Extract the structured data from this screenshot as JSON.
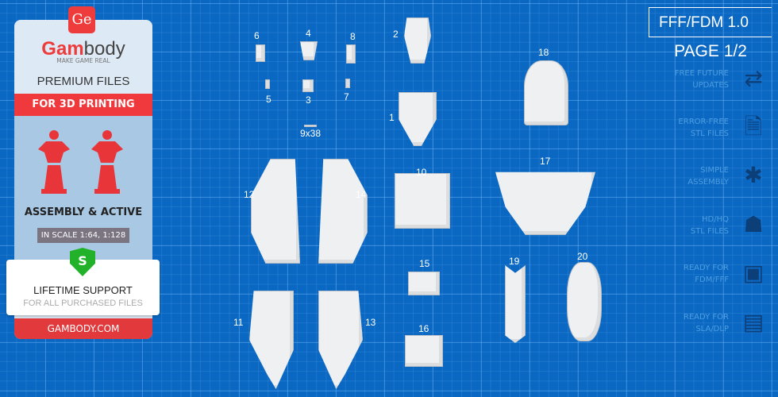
{
  "promo": {
    "logo_badge": "Ge",
    "brand_red": "Gam",
    "brand_grey": "body",
    "tagline": "MAKE GAME REAL",
    "premium": "PREMIUM FILES",
    "printing": "FOR 3D PRINTING",
    "assembly": "ASSEMBLY & ACTIVE",
    "scale": "IN SCALE 1:64, 1:128",
    "shield_letter": "S",
    "support": "LIFETIME SUPPORT",
    "support_sub": "FOR ALL PURCHASED FILES",
    "site": "GAMBODY.COM"
  },
  "header": {
    "version": "FFF/FDM 1.0",
    "page": "PAGE 1/2"
  },
  "features": [
    {
      "l1": "FREE FUTURE",
      "l2": "UPDATES",
      "icon": "update-icon"
    },
    {
      "l1": "ERROR-FREE",
      "l2": "STL FILES",
      "icon": "file-check-icon"
    },
    {
      "l1": "SIMPLE",
      "l2": "ASSEMBLY",
      "icon": "puzzle-icon"
    },
    {
      "l1": "HD/HQ",
      "l2": "STL FILES",
      "icon": "bust-icon"
    },
    {
      "l1": "READY FOR",
      "l2": "FDM/FFF",
      "icon": "fdm-printer-icon"
    },
    {
      "l1": "READY FOR",
      "l2": "SLA/DLP",
      "icon": "sla-printer-icon"
    }
  ],
  "parts": {
    "p6": "6",
    "p4": "4",
    "p8": "8",
    "p2": "2",
    "p5": "5",
    "p3": "3",
    "p7": "7",
    "p1": "1",
    "qty": "9x38",
    "p18": "18",
    "p10": "10",
    "p17": "17",
    "p12": "12",
    "p14": "14",
    "p15": "15",
    "p19": "19",
    "p20": "20",
    "p11": "11",
    "p13": "13",
    "p16": "16"
  },
  "colors": {
    "background": "#0b68c2",
    "accent": "#f0393c",
    "shield": "#22b22a"
  }
}
